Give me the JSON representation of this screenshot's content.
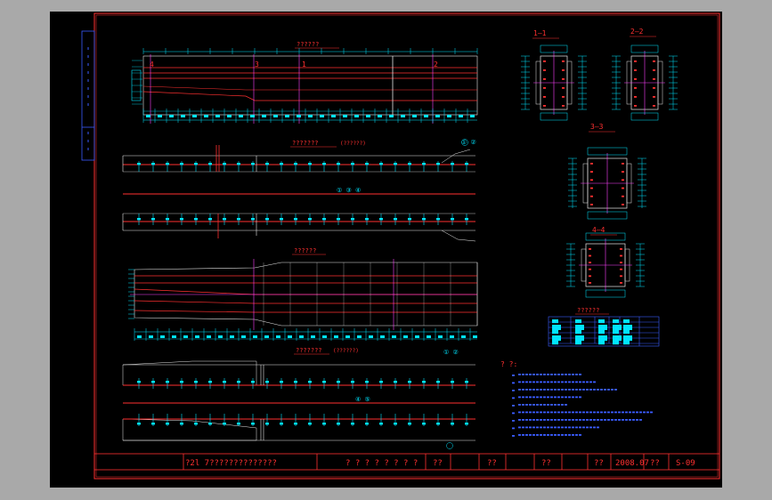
{
  "drawing": {
    "titles": {
      "view1": "??????",
      "view2": "???????",
      "view2_tag": "(??????)",
      "view3": "??????",
      "view4": "???????",
      "view4_tag": "(??????)",
      "table": "??????",
      "notes_heading": "? ?:"
    },
    "sections": [
      "1—1",
      "2—2",
      "3—3",
      "4—4"
    ],
    "section_markers": [
      "4",
      "3",
      "1",
      "2"
    ],
    "marks": [
      "① ②",
      "① ③ ④",
      "① ②",
      "④ ⑤"
    ],
    "title_block": {
      "drawing_name": "?2l 7??????????????",
      "cell_a": "? ? ? ? ? ? ? ?",
      "cell_b": "??",
      "cell_c": "??",
      "cell_d": "??",
      "cell_e": "??",
      "date": "2008.07",
      "cell_f": "??",
      "sheet_no": "S-09"
    },
    "colors": {
      "background": "#000000",
      "frame": "#ff3030",
      "dimension": "#00e5ff",
      "rebar": "#ff3030",
      "centerline": "#ff40ff",
      "text": "#e8e8e8"
    }
  }
}
